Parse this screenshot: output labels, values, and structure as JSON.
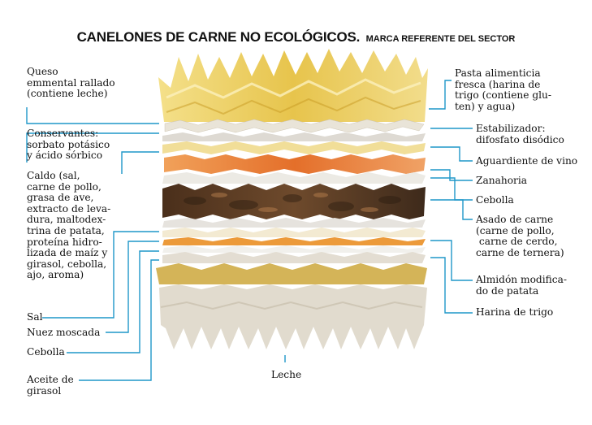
{
  "title": {
    "main": "CANELONES DE CARNE NO ECOLÓGICOS.",
    "sub": "MARCA REFERENTE DEL SECTOR"
  },
  "left_labels": [
    "Queso\nemmental rallado\n(contiene leche)",
    "Conservantes:\nsorbato potásico\ny ácido sórbico",
    "Caldo (sal,\ncarne de pollo,\ngrasa de ave,\nextracto de leva-\ndura, maltodex-\ntrina de patata,\nproteína hidro-\nlizada de maíz y\ngirasol, cebolla,\najo, aroma)",
    "Sal",
    "Nuez moscada",
    "Cebolla",
    "Aceite de\ngirasol"
  ],
  "right_labels": [
    "Pasta alimenticia\nfresca (harina de\ntrigo (contiene glu-\nten) y agua)",
    "Estabilizador:\ndifosfato disódico",
    "Aguardiente de vino",
    "Zanahoria",
    "Cebolla",
    "Asado de carne\n(carne de pollo,\n carne de cerdo,\ncarne de ternera)",
    "Almidón modifica-\ndo de patata",
    "Harina de trigo"
  ],
  "bottom_label": "Leche",
  "colors": {
    "leader_line": "#1f97c9",
    "pasta": "#ecd26a",
    "cheese": "#f0e8cf",
    "carrot": "#e8873a",
    "meat": "#5a3a22",
    "flour": "#e3dbcc",
    "starch": "#d6b65a"
  }
}
